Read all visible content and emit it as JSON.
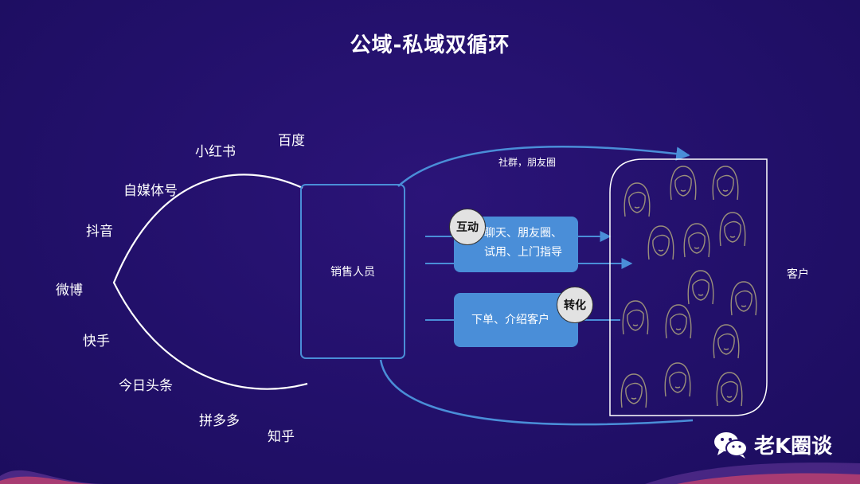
{
  "title": "公域-私域双循环",
  "platforms": [
    "百度",
    "小红书",
    "自媒体号",
    "抖音",
    "微博",
    "快手",
    "今日头条",
    "拼多多",
    "知乎"
  ],
  "sales": "销售人员",
  "flows": {
    "top": "社群，朋友圈",
    "interaction_badge": "互动",
    "interaction_line1": "聊天、朋友圈、",
    "interaction_line2": "试用、上门指导",
    "conversion_badge": "转化",
    "conversion_text": "下单、介绍客户"
  },
  "customers": "客户",
  "watermark": "老K圈谈",
  "colors": {
    "background": "#22106a",
    "arrow": "#4a8ed8",
    "box": "#4a8ed8"
  },
  "icons": {
    "customer": "woman-face-icon",
    "watermark": "wechat-icon"
  }
}
